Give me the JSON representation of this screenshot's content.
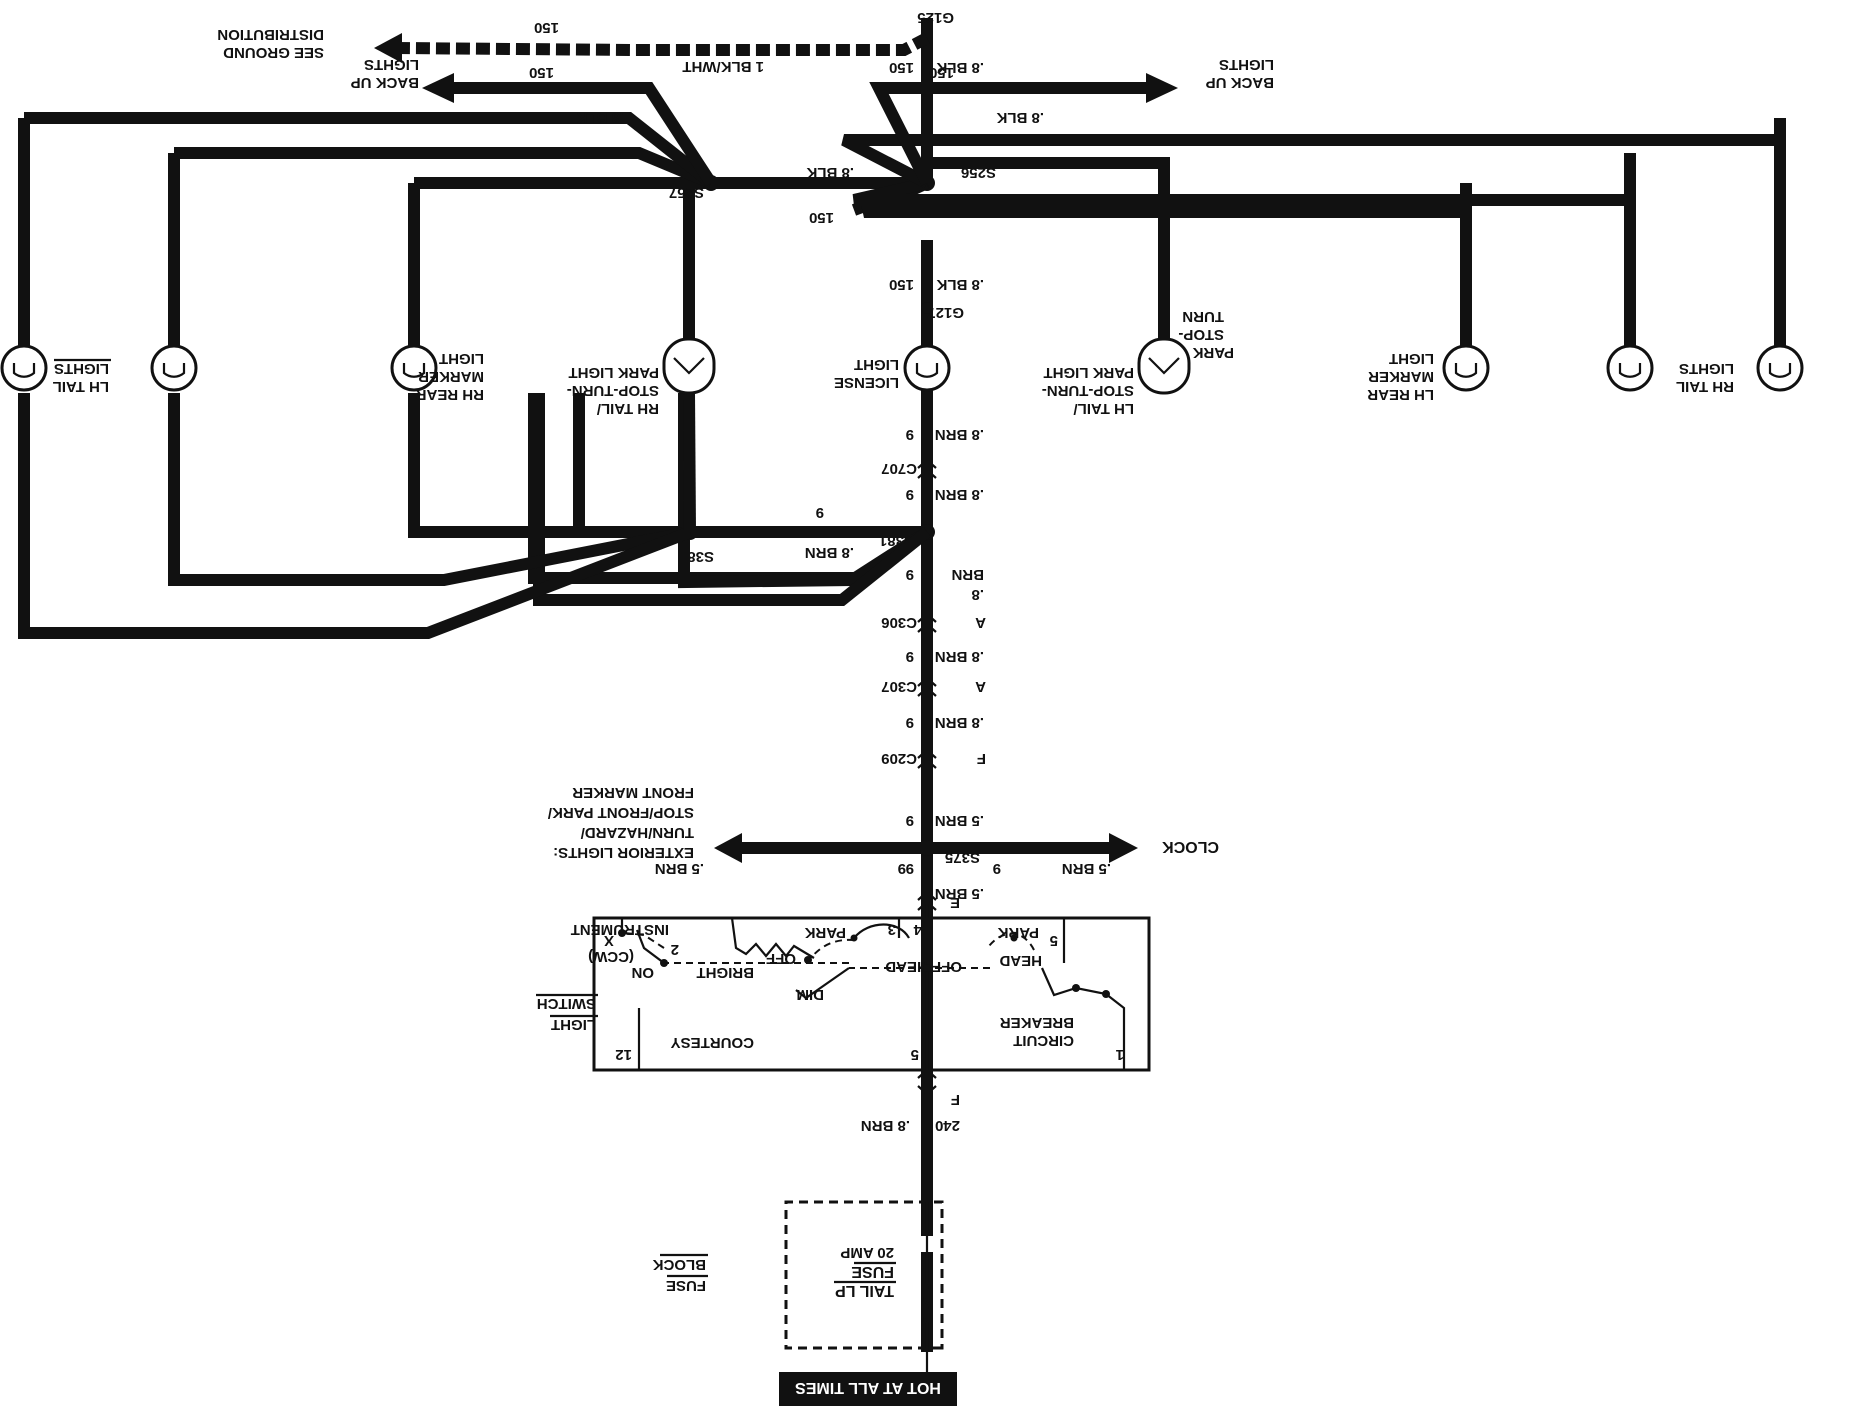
{
  "hot_label": "HOT AT ALL TIMES",
  "fuse_block": {
    "title_1": "FUSE",
    "title_2": "BLOCK",
    "fuse_1": "TAIL LP",
    "fuse_2": "FUSE",
    "fuse_3": "20 AMP"
  },
  "light_switch": {
    "title_1": "LIGHT",
    "title_2": "SWITCH",
    "circuit_1": "CIRCUIT",
    "circuit_2": "BREAKER",
    "head_1": "HEAD",
    "off_head": "OFF HEAD",
    "park_1": "PARK",
    "park_2": "PARK",
    "off": "OFF",
    "dim": "DIM",
    "bright": "BRIGHT",
    "instrument": "INSTRUMENT",
    "courtesy": "COURTESY",
    "on": "ON",
    "ccw": "(CCW)",
    "pin_1": "1",
    "pin_5": "5",
    "pin_12": "12",
    "pin_x": "X",
    "pin_2": "2",
    "pin_3": "3",
    "pin_4": "4",
    "pin_5b": "5"
  },
  "connectors": {
    "F_low": "F",
    "E": "E",
    "F_c209": "F",
    "C209": "C209",
    "A_c307": "A",
    "C307": "C307",
    "A_c306": "A",
    "C306": "C306",
    "C707": "C707"
  },
  "splices": {
    "S375": "S375",
    "S381": "S381",
    "S382": "S382",
    "S257": "S257",
    "S256": "S256",
    "G127": "G127",
    "G125": "G125"
  },
  "wire_labels": {
    "brn08": ".8 BRN",
    "brn05": ".5 BRN",
    "blk08": ".8 BLK",
    "circuit9": "9",
    "circuit150": "150",
    "circuit240": "240",
    "blkwht": "1 BLK/WHT",
    "brn08_split_a": ".8",
    "brn08_split_b": "BRN"
  },
  "destinations": {
    "exterior_1": "EXTERIOR LIGHTS:",
    "exterior_2": "TURN/HAZARD/",
    "exterior_3": "STOP/FRONT PARK/",
    "exterior_4": "FRONT MARKER",
    "clock": "CLOCK",
    "backup_1": "BACK UP",
    "backup_2": "LIGHTS",
    "ground_1": "SEE GROUND",
    "ground_2": "DISTRIBUTION"
  },
  "lamps": {
    "rh_tail_1": "RH TAIL",
    "rh_tail_2": "LIGHTS",
    "rh_marker_1": "RH REAR",
    "rh_marker_2": "MARKER",
    "rh_marker_3": "LIGHT",
    "rh_stop_1": "RH TAIL/",
    "rh_stop_2": "STOP-TURN-",
    "rh_stop_3": "PARK LIGHT",
    "license_1": "LICENSE",
    "license_2": "LIGHT",
    "lh_stop_1": "LH TAIL/",
    "lh_stop_2": "STOP-TURN-",
    "lh_stop_3": "PARK LIGHT",
    "lh_marker_1": "LH REAR",
    "lh_marker_2": "MARKER",
    "lh_marker_3": "LIGHT",
    "lh_tail_1": "LH TAIL",
    "lh_tail_2": "LIGHTS",
    "stop_1": "STOP-",
    "stop_2": "TURN",
    "park": "PARK"
  }
}
